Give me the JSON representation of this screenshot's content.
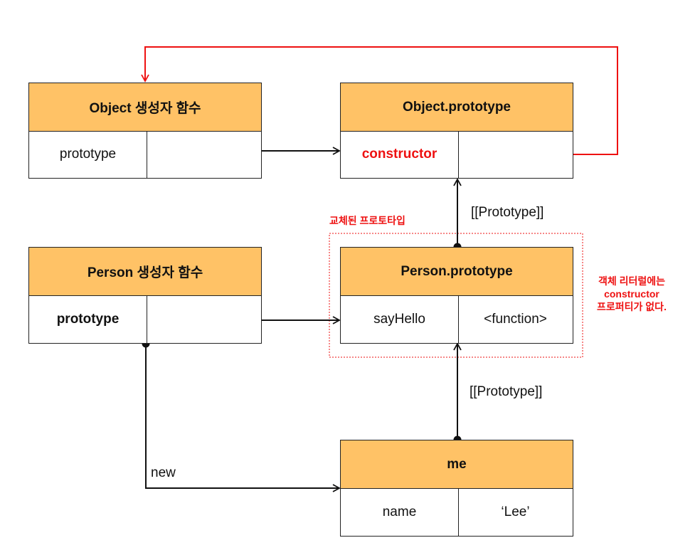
{
  "boxes": {
    "object_ctor": {
      "title": "Object 생성자 함수",
      "key": "prototype",
      "value": ""
    },
    "object_proto": {
      "title": "Object.prototype",
      "key": "constructor",
      "value": ""
    },
    "person_ctor": {
      "title": "Person 생성자 함수",
      "key": "prototype",
      "value": ""
    },
    "person_proto": {
      "title": "Person.prototype",
      "key": "sayHello",
      "value": "<function>"
    },
    "me": {
      "title": "me",
      "key": "name",
      "value": "‘Lee’"
    }
  },
  "labels": {
    "proto_link_upper": "[[Prototype]]",
    "proto_link_lower": "[[Prototype]]",
    "new_label": "new",
    "replaced_prototype": "교체된 프로토타입",
    "note_line1": "객체 리터럴에는",
    "note_line2": "constructor",
    "note_line3": "프로퍼티가 없다."
  },
  "colors": {
    "header": "#ffc266",
    "accent": "#ee1111",
    "line": "#111111"
  }
}
